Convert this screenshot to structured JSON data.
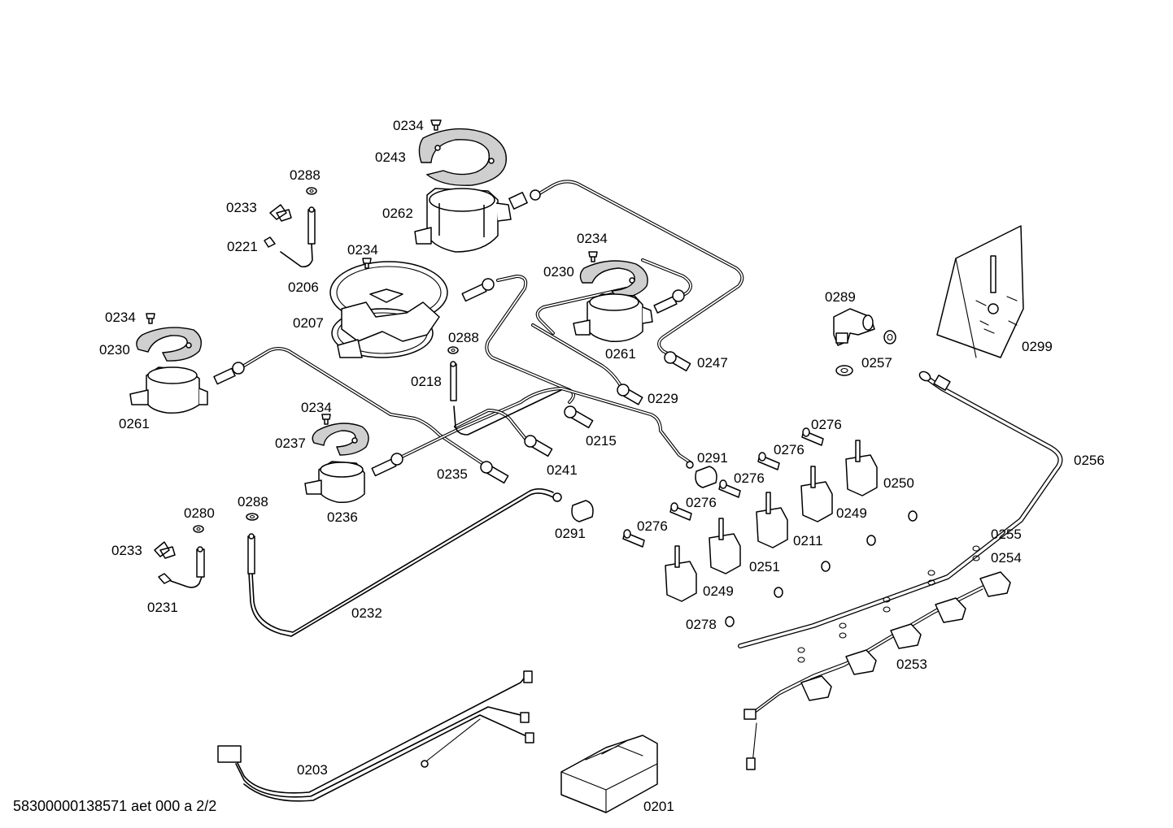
{
  "document": {
    "footer_text": "58300000138571 aet 000 a 2/2"
  },
  "labels": {
    "l0234a": "0234",
    "l0243": "0243",
    "l0288a": "0288",
    "l0233a": "0233",
    "l0262": "0262",
    "l0221": "0221",
    "l0234b": "0234",
    "l0206": "0206",
    "l0207": "0207",
    "l0234c": "0234",
    "l0230a": "0230",
    "l0261a": "0261",
    "l0234d": "0234",
    "l0230b": "0230",
    "l0261b": "0261",
    "l0247": "0247",
    "l0288b": "0288",
    "l0218": "0218",
    "l0229": "0229",
    "l0215": "0215",
    "l0234e": "0234",
    "l0237": "0237",
    "l0235": "0235",
    "l0241": "0241",
    "l0236": "0236",
    "l0291a": "0291",
    "l0276a": "0276",
    "l0276b": "0276",
    "l0276c": "0276",
    "l0276d": "0276",
    "l0276e": "0276",
    "l0250": "0250",
    "l0249a": "0249",
    "l0211": "0211",
    "l0251": "0251",
    "l0249b": "0249",
    "l0280": "0280",
    "l0288c": "0288",
    "l0233b": "0233",
    "l0291b": "0291",
    "l0231": "0231",
    "l0232": "0232",
    "l0278": "0278",
    "l0289": "0289",
    "l0257": "0257",
    "l0299": "0299",
    "l0256": "0256",
    "l0255": "0255",
    "l0254": "0254",
    "l0253": "0253",
    "l0203": "0203",
    "l0201": "0201"
  }
}
